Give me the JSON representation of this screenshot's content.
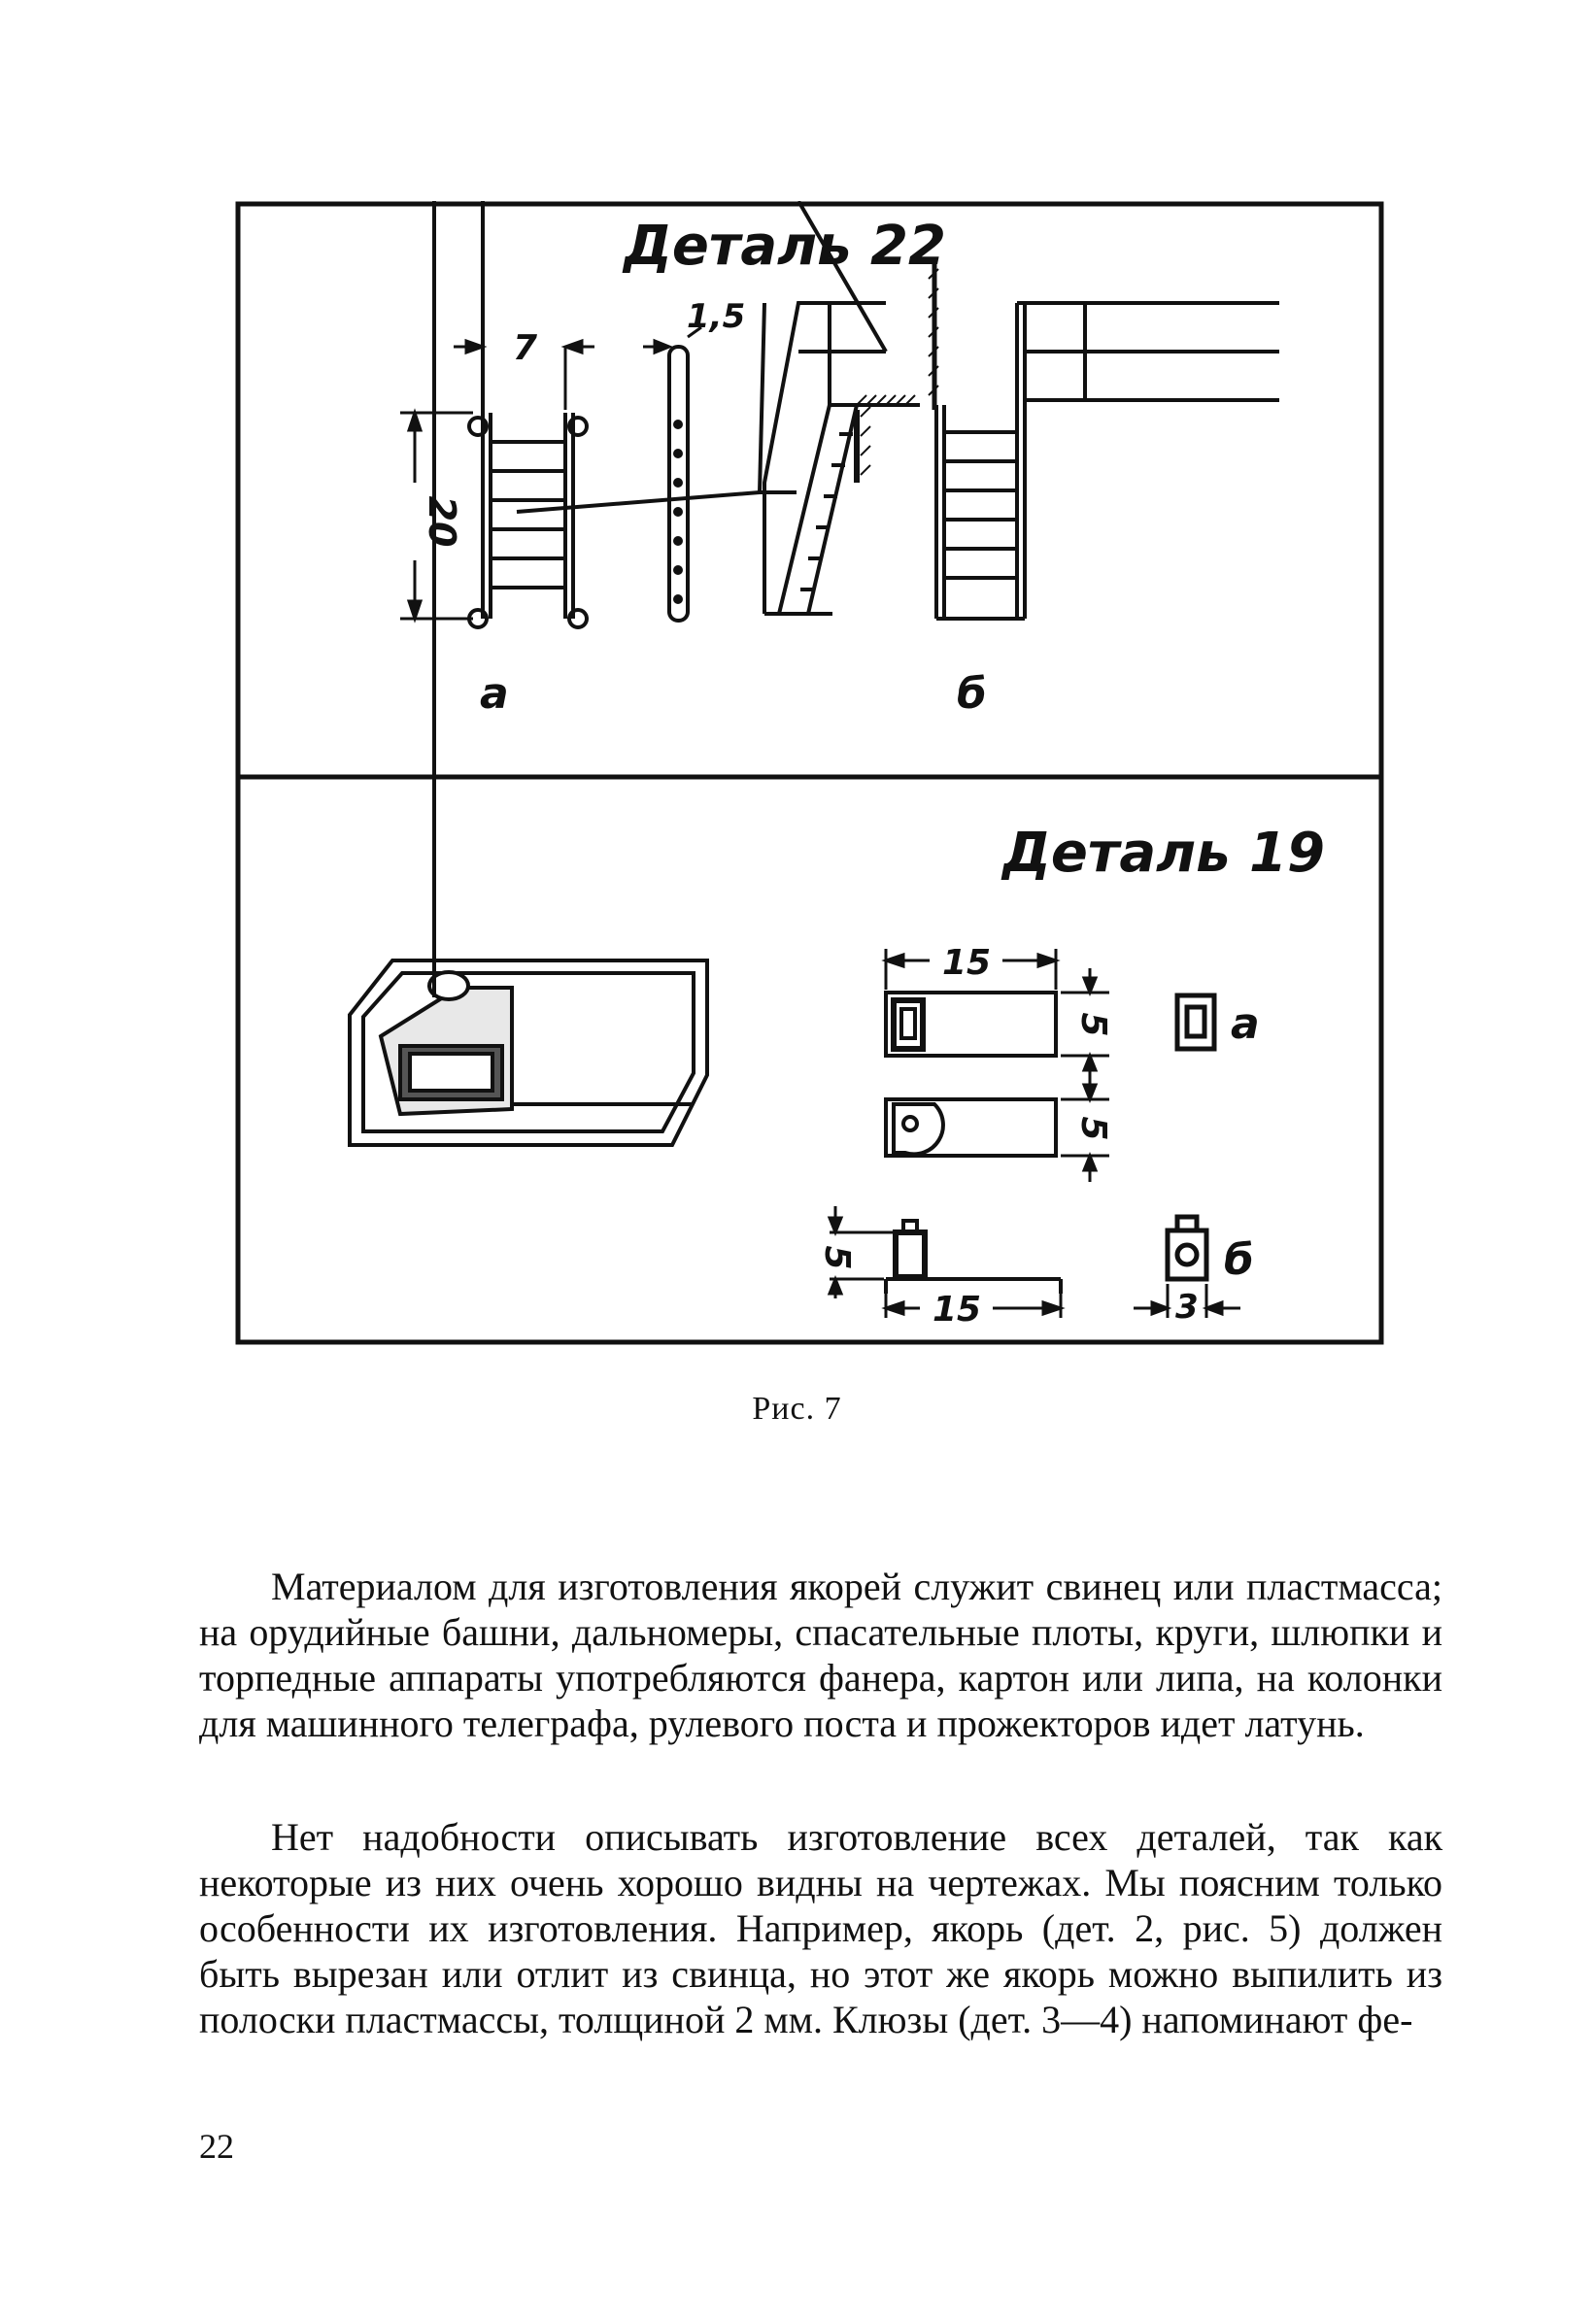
{
  "figure": {
    "top_panel": {
      "title": "Деталь 22",
      "label_a": "а",
      "label_b": "б",
      "dim_width": "7",
      "dim_thickness": "1,5",
      "dim_height": "20"
    },
    "bottom_panel": {
      "title": "Деталь 19",
      "label_a": "а",
      "label_b": "б",
      "dim_length_top": "15",
      "dim_height_1": "5",
      "dim_height_2": "5",
      "dim_height_left": "5",
      "dim_length_bottom": "15",
      "dim_width_small": "3"
    },
    "caption": "Рис. 7"
  },
  "text": {
    "paragraph_1": "Материалом для изготовления якорей служит свинец или пластмасса; на орудийные башни, дальномеры, спасательные плоты, круги, шлюпки и торпедные аппараты употребляются фанера, картон или липа, на колонки для машинного телеграфа, рулевого поста и прожекторов идет латунь.",
    "paragraph_2": "Нет надобности описывать изготовление всех деталей, так как некоторые из них очень хорошо видны на чертежах. Мы поясним только особенности их изготовления. Например, якорь (дет. 2, рис. 5) должен быть вырезан или отлит из свинца, но этот же якорь можно выпилить из полоски пластмассы, толщиной 2 мм. Клюзы (дет. 3—4) напоминают фе-"
  },
  "page_number": "22"
}
